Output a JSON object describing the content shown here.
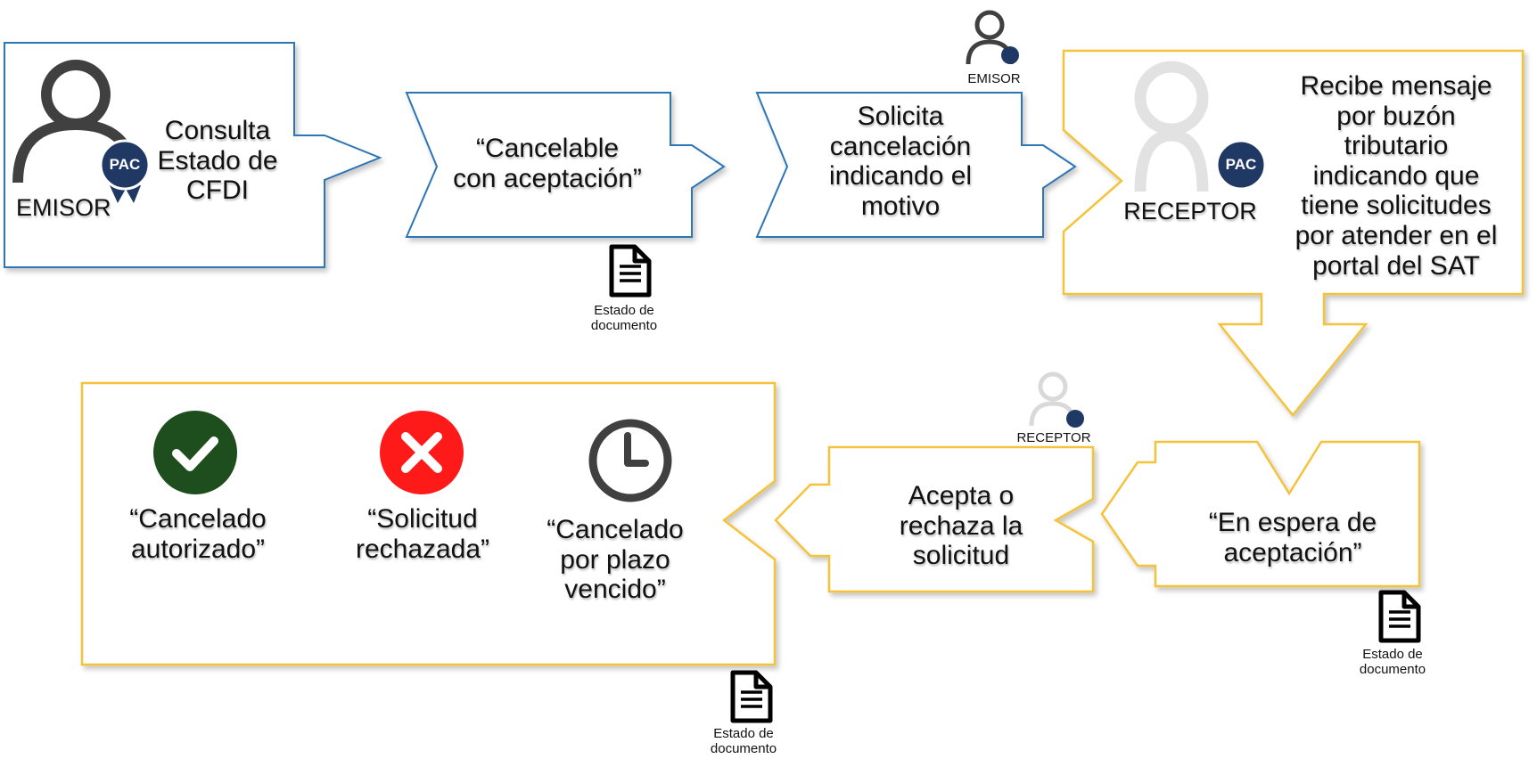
{
  "colors": {
    "blue": "#2e74b5",
    "gold": "#f5c33b",
    "ok": "#1e4d1e",
    "err": "#ff1a1a",
    "clock": "#404040"
  },
  "step1": {
    "emisor_label": "EMISOR",
    "text": [
      "Consulta",
      "Estado de",
      "CFDI"
    ]
  },
  "step2": {
    "text": [
      "“Cancelable",
      "con aceptación”"
    ],
    "doc_label": [
      "Estado de",
      "documento"
    ]
  },
  "step3": {
    "text": [
      "Solicita",
      "cancelación",
      "indicando el",
      "motivo"
    ],
    "actor": "EMISOR"
  },
  "step4": {
    "receptor_label": "RECEPTOR",
    "text": [
      "Recibe mensaje",
      "por buzón",
      "tributario",
      "indicando que",
      "tiene solicitudes",
      "por atender en el",
      "portal del SAT"
    ]
  },
  "step5": {
    "text": [
      "“En espera de",
      "aceptación”"
    ],
    "doc_label": [
      "Estado de",
      "documento"
    ]
  },
  "step6": {
    "text": [
      "Acepta o",
      "rechaza la",
      "solicitud"
    ],
    "actor": "RECEPTOR"
  },
  "step7": {
    "outcomes": [
      {
        "icon": "check-circle-icon",
        "text": [
          "“Cancelado",
          "autorizado”"
        ]
      },
      {
        "icon": "x-circle-icon",
        "text": [
          "“Solicitud",
          "rechazada”"
        ]
      },
      {
        "icon": "clock-icon",
        "text": [
          "“Cancelado",
          "por plazo",
          "vencido”"
        ]
      }
    ],
    "doc_label": [
      "Estado de",
      "documento"
    ]
  },
  "badge": {
    "text": "PAC"
  }
}
